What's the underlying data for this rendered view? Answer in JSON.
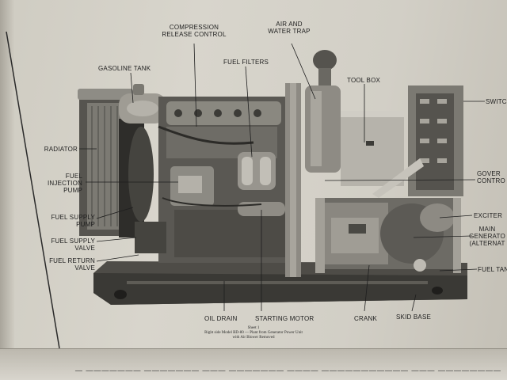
{
  "labels": {
    "compression_release_control": "Compression\nRelease Control",
    "air_and_water_trap": "Air and\nWater Trap",
    "gasoline_tank": "Gasoline Tank",
    "fuel_filters": "Fuel Filters",
    "tool_box": "Tool Box",
    "switch": "Switc",
    "radiator": "Radiator",
    "fuel_injection_pump": "Fuel\nInjection\nPump",
    "governor_control": "Gover\nContro",
    "fuel_supply_pump": "Fuel Supply\nPump",
    "exciter": "Exciter",
    "fuel_supply_valve": "Fuel Supply\nValve",
    "main_generator": "Main\nGenerato\n(Alternat",
    "fuel_return_valve": "Fuel Return\nValve",
    "fuel_tank": "Fuel Tan",
    "oil_drain": "Oil Drain",
    "starting_motor": "Starting Motor",
    "crank": "Crank",
    "skid_base": "Skid Base"
  },
  "caption": {
    "line1": "Sheet 1",
    "line2": "Right side Model BD-80 — Plant from Generator Power Unit",
    "line3": "with Air Blower Removed"
  },
  "lower_page_text": "— ——————— ——————— ——— ——————— ———— ——————————— ——— ————————",
  "colors": {
    "paper": "#d8d5cc",
    "ink": "#1e1e1e",
    "engine_dark": "#3a3935",
    "engine_mid": "#6d6b65",
    "engine_light": "#a19e96"
  }
}
